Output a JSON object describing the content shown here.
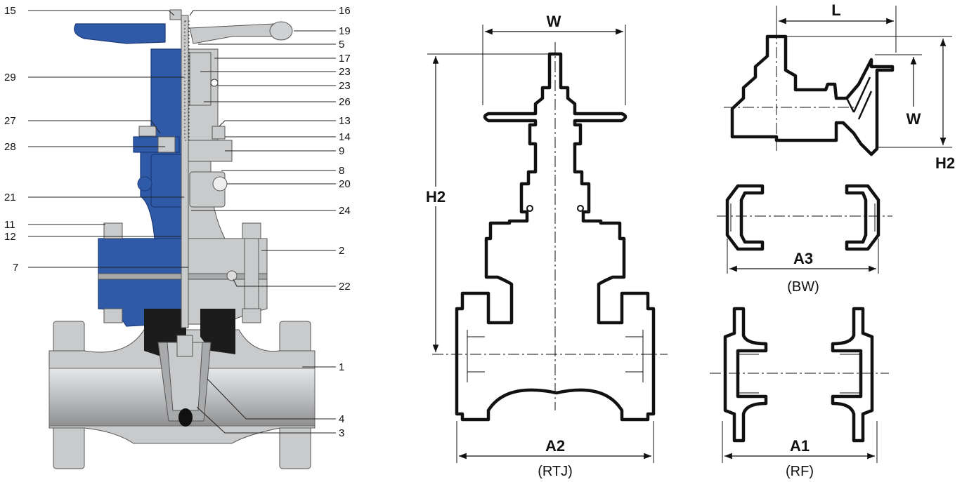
{
  "cutaway": {
    "callouts_left": [
      "15",
      "29",
      "27",
      "28",
      "21",
      "11",
      "12",
      "7"
    ],
    "callouts_right": [
      "16",
      "19",
      "5",
      "17",
      "23",
      "23",
      "26",
      "13",
      "14",
      "9",
      "8",
      "20",
      "24",
      "2",
      "22",
      "1",
      "4",
      "3"
    ]
  },
  "drawings": {
    "rtj": {
      "top_dim": "W",
      "side_dim": "H2",
      "bottom_dim": "A2",
      "caption": "(RTJ)"
    },
    "gear": {
      "top_dim": "L",
      "inner_dim": "W",
      "side_dim": "H2"
    },
    "bw": {
      "bottom_dim": "A3",
      "caption": "(BW)"
    },
    "rf": {
      "bottom_dim": "A1",
      "caption": "(RF)"
    }
  },
  "colors": {
    "body_metal": "#c9cacc",
    "bonnet_blue": "#2f5aa8",
    "packing_dark": "#1c1c1c",
    "line": "#111111"
  }
}
